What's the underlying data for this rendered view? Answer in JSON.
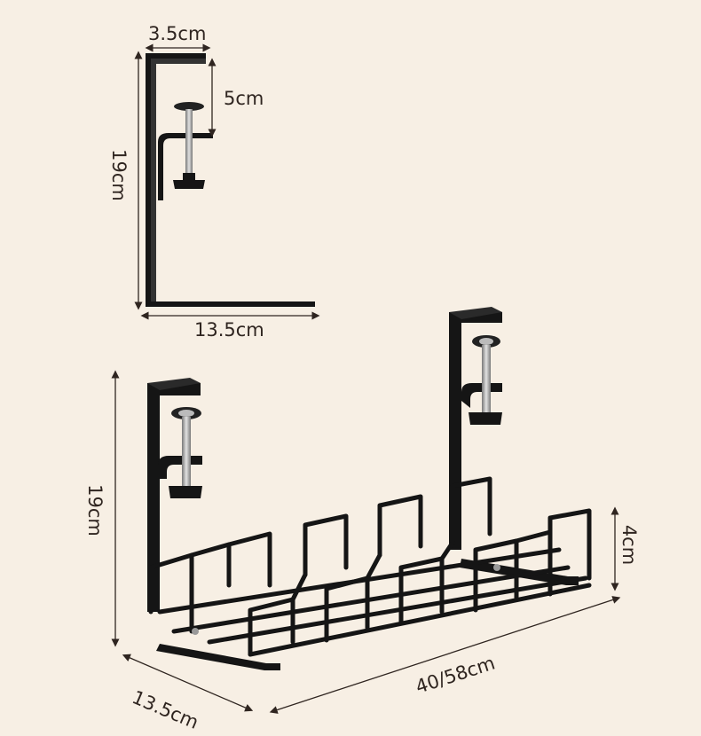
{
  "dimensions": {
    "bracket_lip_width": "3.5cm",
    "clamp_opening": "5cm",
    "bracket_height": "19cm",
    "bracket_depth": "13.5cm",
    "tray_height": "19cm",
    "tray_depth": "13.5cm",
    "tray_length": "40/58cm",
    "basket_height": "4cm"
  },
  "colors": {
    "background": "#f7efe4",
    "metal": "#151515",
    "dimension_line": "#2f2520",
    "screw": "#a8a8a8"
  }
}
